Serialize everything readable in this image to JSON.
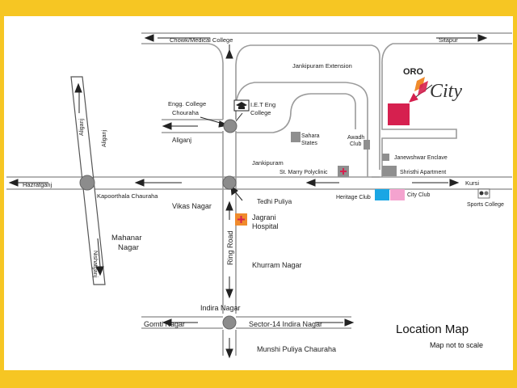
{
  "labels": {
    "chowk": "Chowk/Medical College",
    "sitapur": "Sitapur",
    "jankipuram_ext": "Jankipuram Extension",
    "engg_college": "Engg. College",
    "chouraha": "Chouraha",
    "iet_line1": "I.E.T Eng",
    "iet_line2": "College",
    "aliganj_road": "Aliganj",
    "aliganj_h": "Aliganj",
    "sahara_line1": "Sahara",
    "sahara_line2": "States",
    "awadh_line1": "Awadh",
    "awadh_line2": "Club",
    "janeshwar": "Janewshwar Enclave",
    "shristhi": "Shristhi Apartment",
    "jankipuram": "Jankipuram",
    "st_marry": "St. Marry Polyclinic",
    "kursi": "Kursi",
    "hazratganj": "Hazratganj",
    "kapoorthala": "Kapoorthala Chauraha",
    "tedhi_puliya": "Tedhi Puliya",
    "heritage": "Heritage Club",
    "city_club": "City Club",
    "sports_college": "Sports College",
    "vikas_nagar": "Vikas Nagar",
    "jagrani_line1": "Jagrani",
    "jagrani_line2": "Hospital",
    "mahanar_line1": "Mahanar",
    "mahanar_line2": "Nagar",
    "nishatganj": "Nishatganj",
    "ring_road": "Ring Road",
    "khurram": "Khurram Nagar",
    "indira_nagar": "Indira Nagar",
    "gomti_nagar": "Gomti Nagar",
    "sector14": "Sector-14 Indira Nagar",
    "munshi": "Munshi Puliya Chauraha",
    "title": "Location Map",
    "subtitle": "Map not to scale"
  },
  "logo": {
    "brand": "ORO",
    "name": "City"
  },
  "colors": {
    "frame": "#f6c623",
    "road": "#9b9b9b",
    "junction": "#8c8c8c",
    "project": "#d6204f",
    "hospital": "#f08b2c",
    "heritage": "#1aa6e4",
    "city_club": "#f4a3cf",
    "building": "#8f8f8f"
  },
  "icons": [
    "graduation-cap-icon",
    "medical-cross-icon",
    "sports-icon"
  ]
}
